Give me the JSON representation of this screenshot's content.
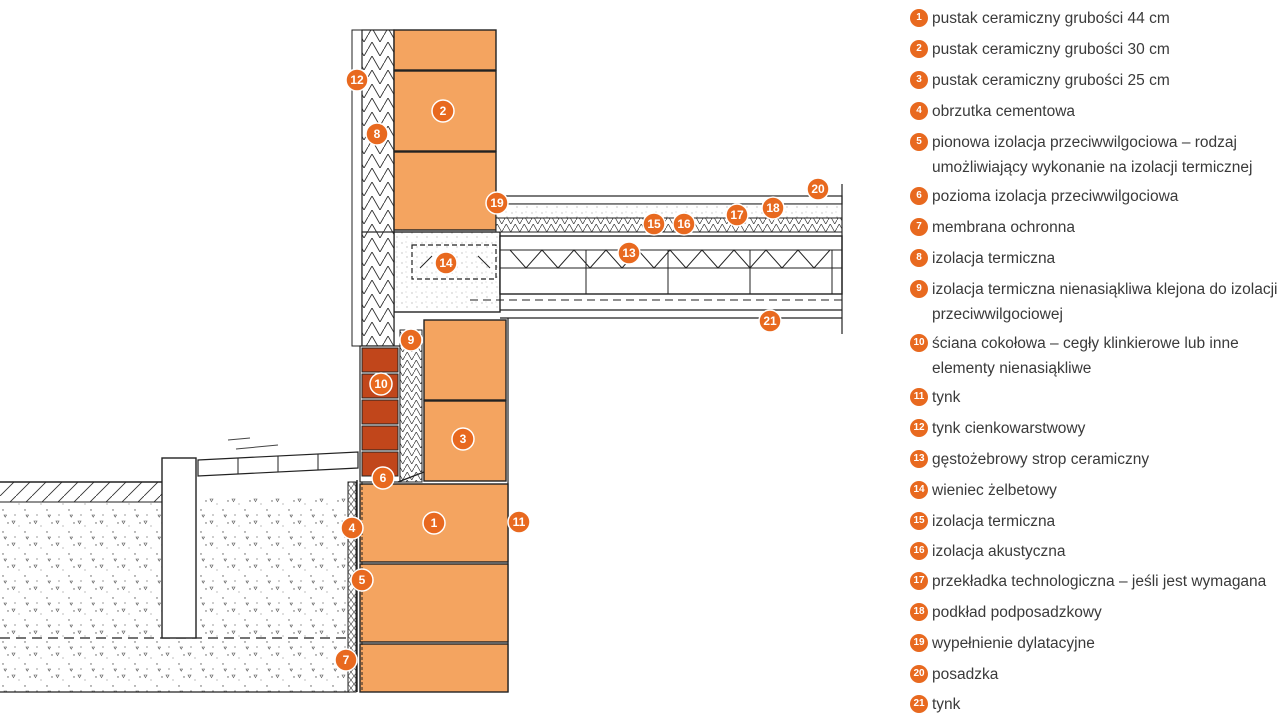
{
  "accent_color": "#e8691f",
  "block_color": "#f4a460",
  "clinker_color": "#c1461b",
  "markers": [
    "1",
    "2",
    "3",
    "4",
    "5",
    "6",
    "7",
    "8",
    "9",
    "10",
    "11",
    "12",
    "13",
    "14",
    "15",
    "16",
    "17",
    "18",
    "19",
    "20",
    "21"
  ],
  "legend": [
    {
      "num": "1",
      "lines": [
        "pustak ceramiczny grubości 44 cm"
      ]
    },
    {
      "num": "2",
      "lines": [
        "pustak ceramiczny grubości 30 cm"
      ]
    },
    {
      "num": "3",
      "lines": [
        "pustak ceramiczny grubości 25 cm"
      ]
    },
    {
      "num": "4",
      "lines": [
        "obrzutka cementowa"
      ]
    },
    {
      "num": "5",
      "lines": [
        "pionowa izolacja przeciwwilgociowa – rodzaj",
        "umożliwiający wykonanie na izolacji termicznej"
      ]
    },
    {
      "num": "6",
      "lines": [
        "pozioma izolacja przeciwwilgociowa"
      ]
    },
    {
      "num": "7",
      "lines": [
        "membrana ochronna"
      ]
    },
    {
      "num": "8",
      "lines": [
        "izolacja termiczna"
      ]
    },
    {
      "num": "9",
      "lines": [
        "izolacja termiczna nienasiąkliwa klejona do izolacji",
        "przeciwwilgociowej"
      ]
    },
    {
      "num": "10",
      "lines": [
        "ściana cokołowa – cegły klinkierowe lub inne",
        "elementy nienasiąkliwe"
      ]
    },
    {
      "num": "11",
      "lines": [
        "tynk"
      ]
    },
    {
      "num": "12",
      "lines": [
        "tynk cienkowarstwowy"
      ]
    },
    {
      "num": "13",
      "lines": [
        "gęstożebrowy strop ceramiczny"
      ]
    },
    {
      "num": "14",
      "lines": [
        "wieniec żelbetowy"
      ]
    },
    {
      "num": "15",
      "lines": [
        "izolacja termiczna"
      ]
    },
    {
      "num": "16",
      "lines": [
        "izolacja akustyczna"
      ]
    },
    {
      "num": "17",
      "lines": [
        "przekładka technologiczna – jeśli jest wymagana"
      ]
    },
    {
      "num": "18",
      "lines": [
        "podkład podposadzkowy"
      ]
    },
    {
      "num": "19",
      "lines": [
        "wypełnienie dylatacyjne"
      ]
    },
    {
      "num": "20",
      "lines": [
        "posadzka"
      ]
    },
    {
      "num": "21",
      "lines": [
        "tynk"
      ]
    }
  ]
}
